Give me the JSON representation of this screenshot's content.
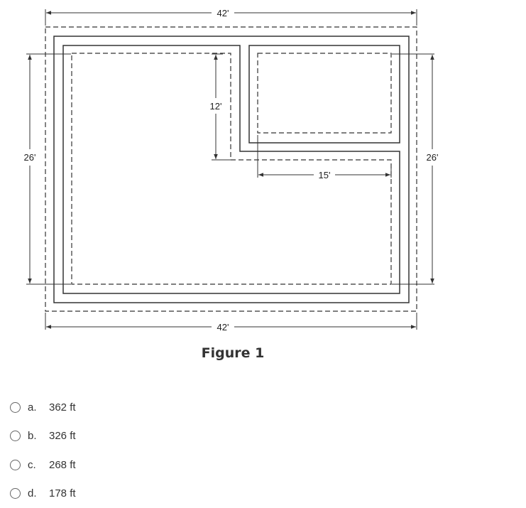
{
  "figure": {
    "caption": "Figure 1",
    "dimensions": {
      "top_width": "42'",
      "bottom_width": "42'",
      "left_height": "26'",
      "right_height": "26'",
      "notch_height": "12'",
      "notch_width": "15'"
    }
  },
  "options": [
    {
      "letter": "a.",
      "text": "362 ft"
    },
    {
      "letter": "b.",
      "text": "326 ft"
    },
    {
      "letter": "c.",
      "text": "268 ft"
    },
    {
      "letter": "d.",
      "text": "178 ft"
    }
  ],
  "colors": {
    "line": "#333333",
    "text": "#333333"
  }
}
